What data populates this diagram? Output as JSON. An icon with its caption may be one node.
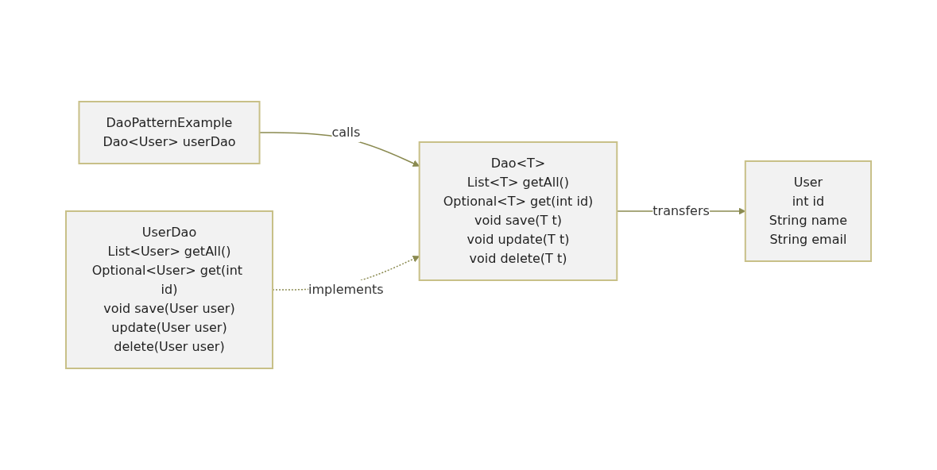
{
  "diagram": {
    "nodes": [
      {
        "text": [
          "DaoPatternExample",
          "Dao<User> userDao"
        ]
      },
      {
        "text": [
          "Dao<T>",
          "List<T> getAll()",
          "Optional<T> get(int id)",
          "void save(T t)",
          "void update(T t)",
          "void delete(T t)"
        ]
      },
      {
        "text": [
          "User",
          "int id",
          "String name",
          "String email"
        ]
      },
      {
        "text": [
          "UserDao",
          "List<User> getAll()",
          "Optional<User> get(int id)",
          "void save(User user)",
          "update(User user)",
          "delete(User user)"
        ]
      }
    ],
    "edges": [
      {
        "from": 0,
        "to": 1,
        "arrow": "to",
        "label": "calls"
      },
      {
        "from": 1,
        "to": 2,
        "arrow": "to",
        "label": "transfers"
      },
      {
        "from": 3,
        "to": 1,
        "arrow": "to",
        "label": "implements",
        "style": "dashed"
      }
    ]
  }
}
